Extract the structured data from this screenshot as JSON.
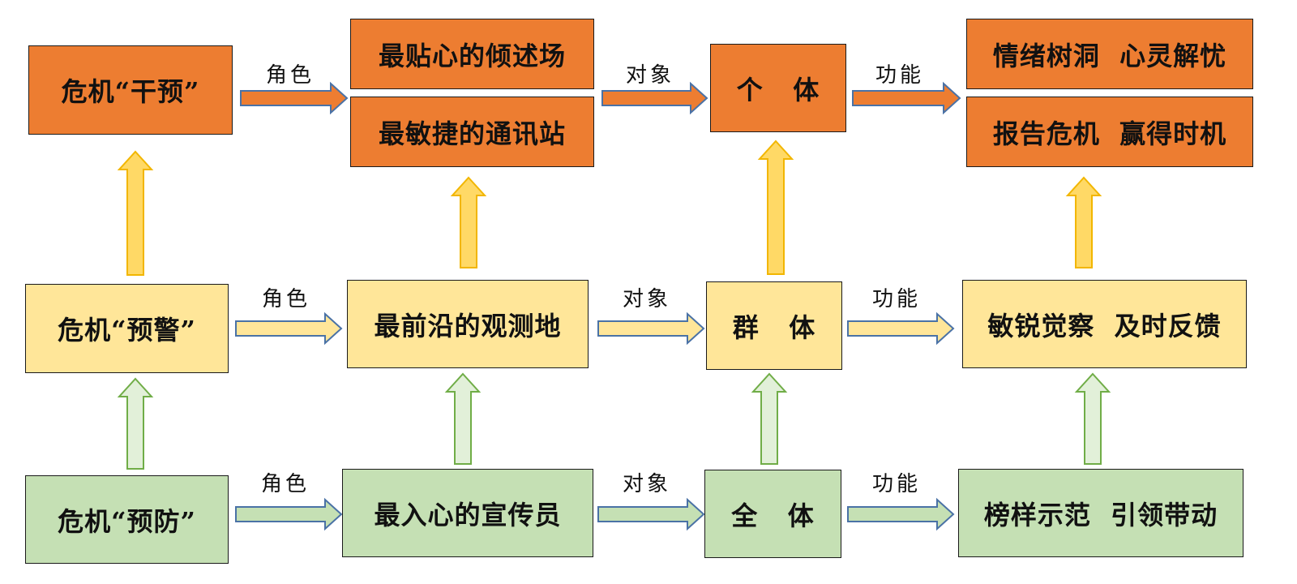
{
  "colors": {
    "intervention": "#ED7D31",
    "warning": "#FFE699",
    "prevention": "#C5E0B4",
    "arrow_outline_blue": "#4A72A6",
    "up_arrow_orange_fill": "#FFD966",
    "up_arrow_orange_border": "#F2B600",
    "up_arrow_green_fill": "#E2F0D9",
    "up_arrow_green_border": "#70AD47"
  },
  "rows": {
    "intervention": {
      "stage": "危机“干预”",
      "roles": [
        "最贴心的倾述场",
        "最敏捷的通讯站"
      ],
      "object": "个   体",
      "functions": [
        "情绪树洞  心灵解忧",
        "报告危机  赢得时机"
      ]
    },
    "warning": {
      "stage": "危机“预警”",
      "role": "最前沿的观测地",
      "object": "群   体",
      "function": "敏锐觉察  及时反馈"
    },
    "prevention": {
      "stage": "危机“预防”",
      "role": "最入心的宣传员",
      "object": "全   体",
      "function": "榜样示范  引领带动"
    }
  },
  "connectors": {
    "role_label": "角色",
    "object_label": "对象",
    "function_label": "功能"
  }
}
